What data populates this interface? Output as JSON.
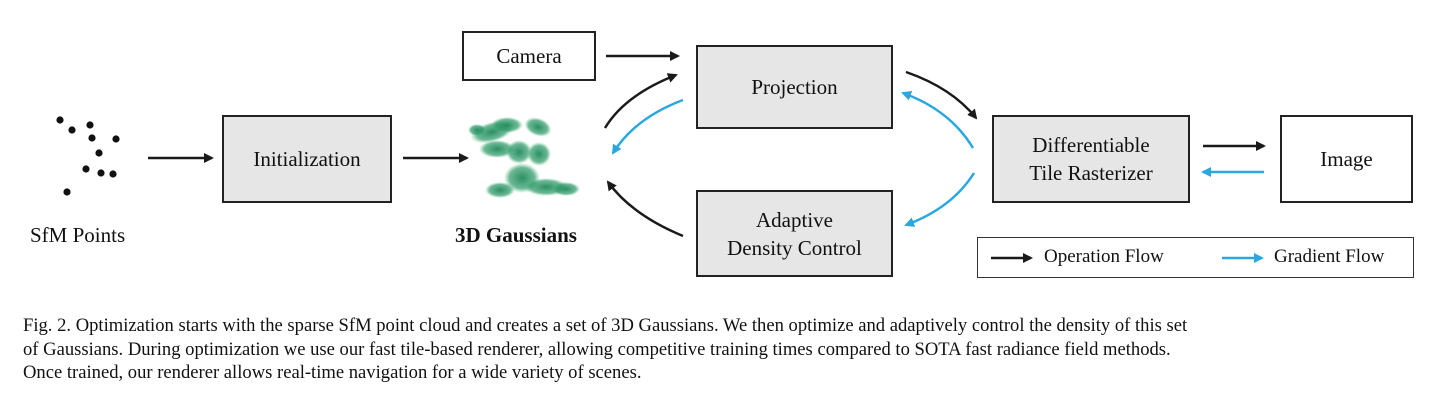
{
  "nodes": {
    "sfm_label": "SfM Points",
    "initialization": "Initialization",
    "gaussians_label": "3D Gaussians",
    "camera": "Camera",
    "projection": "Projection",
    "adaptive_line1": "Adaptive",
    "adaptive_line2": "Density Control",
    "rasterizer_line1": "Differentiable",
    "rasterizer_line2": "Tile Rasterizer",
    "image": "Image"
  },
  "legend": {
    "operation": "Operation Flow",
    "gradient": "Gradient Flow"
  },
  "colors": {
    "operation_arrow": "#1a1a1a",
    "gradient_arrow": "#2aa7df",
    "box_fill": "#e6e6e6",
    "gaussian_green": "#1f8a5b"
  },
  "caption": {
    "line1": "Fig. 2.  Optimization starts with the sparse SfM point cloud and creates a set of 3D Gaussians. We then optimize and adaptively control the density of this set",
    "line2": "of Gaussians. During optimization we use our fast tile-based renderer, allowing competitive training times compared to SOTA fast radiance field methods.",
    "line3": "Once trained, our renderer allows real-time navigation for a wide variety of scenes."
  }
}
